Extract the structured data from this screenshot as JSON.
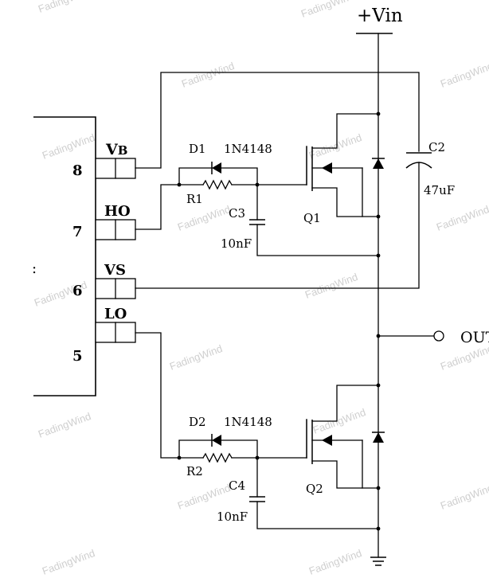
{
  "supply": "+Vin",
  "output": "OUT",
  "watermark": "FadingWind",
  "pins": [
    {
      "num": "8",
      "name": "V",
      "name_sub": "B"
    },
    {
      "num": "7",
      "name": "HO"
    },
    {
      "num": "6",
      "name": "VS"
    },
    {
      "num": "5",
      "name": "LO"
    }
  ],
  "ic_side_mark": ":",
  "high_side": {
    "diode": "D1",
    "diode_part": "1N4148",
    "resistor": "R1",
    "cap": "C3",
    "cap_value": "10nF",
    "mosfet": "Q1"
  },
  "low_side": {
    "diode": "D2",
    "diode_part": "1N4148",
    "resistor": "R2",
    "cap": "C4",
    "cap_value": "10nF",
    "mosfet": "Q2"
  },
  "bootstrap_cap": {
    "name": "C2",
    "value": "47uF"
  },
  "colors": {
    "wire": "#000000",
    "watermark": "#cfcfcf"
  }
}
